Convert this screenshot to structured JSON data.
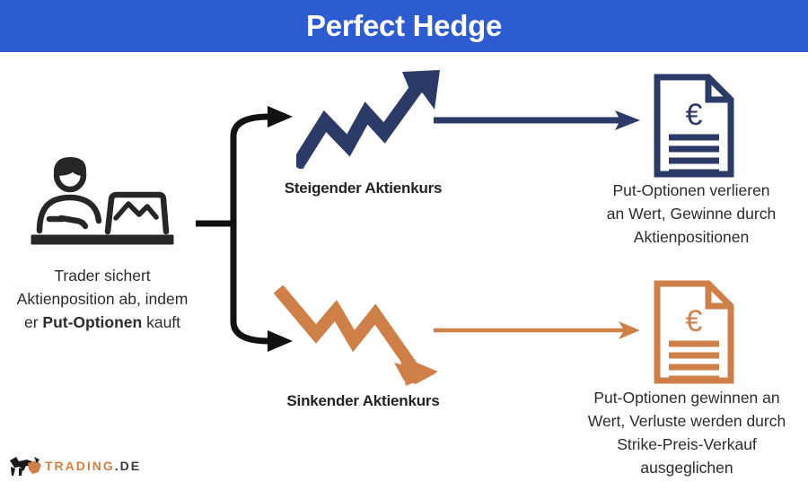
{
  "header": {
    "title": "Perfect Hedge",
    "background_color": "#2d5bd0",
    "text_color": "#ffffff"
  },
  "colors": {
    "navy": "#2b3a66",
    "orange": "#cf8049",
    "black": "#1f1f1f",
    "text": "#2c2c2c"
  },
  "left": {
    "icon_name": "trader-at-laptop-icon",
    "caption_line1": "Trader sichert",
    "caption_line2": "Aktienposition ab, indem",
    "caption_line3_pre": "er ",
    "caption_line3_bold": "Put-Optionen",
    "caption_line3_post": " kauft"
  },
  "branches": {
    "upper": {
      "trend_icon": "rising-zigzag-arrow-icon",
      "label": "Steigender Aktienkurs",
      "connector_icon": "right-arrow-icon",
      "doc_icon": "euro-document-icon",
      "doc_currency": "€",
      "doc_lines": 4,
      "color": "#2b3a66",
      "outcome_line1": "Put-Optionen verlieren",
      "outcome_line2": "an Wert, Gewinne durch",
      "outcome_line3": "Aktienpositionen"
    },
    "lower": {
      "trend_icon": "falling-zigzag-arrow-icon",
      "label": "Sinkender Aktienkurs",
      "connector_icon": "right-arrow-icon",
      "doc_icon": "euro-document-icon",
      "doc_currency": "€",
      "doc_lines": 4,
      "color": "#cf8049",
      "outcome_line1": "Put-Optionen gewinnen an",
      "outcome_line2": "Wert, Verluste werden durch",
      "outcome_line3": "Strike-Preis-Verkauf",
      "outcome_line4": "ausgeglichen"
    }
  },
  "footer": {
    "logo_mark": "bull-logo-icon",
    "logo_name_primary": "TRADING",
    "logo_name_suffix": ".DE"
  }
}
